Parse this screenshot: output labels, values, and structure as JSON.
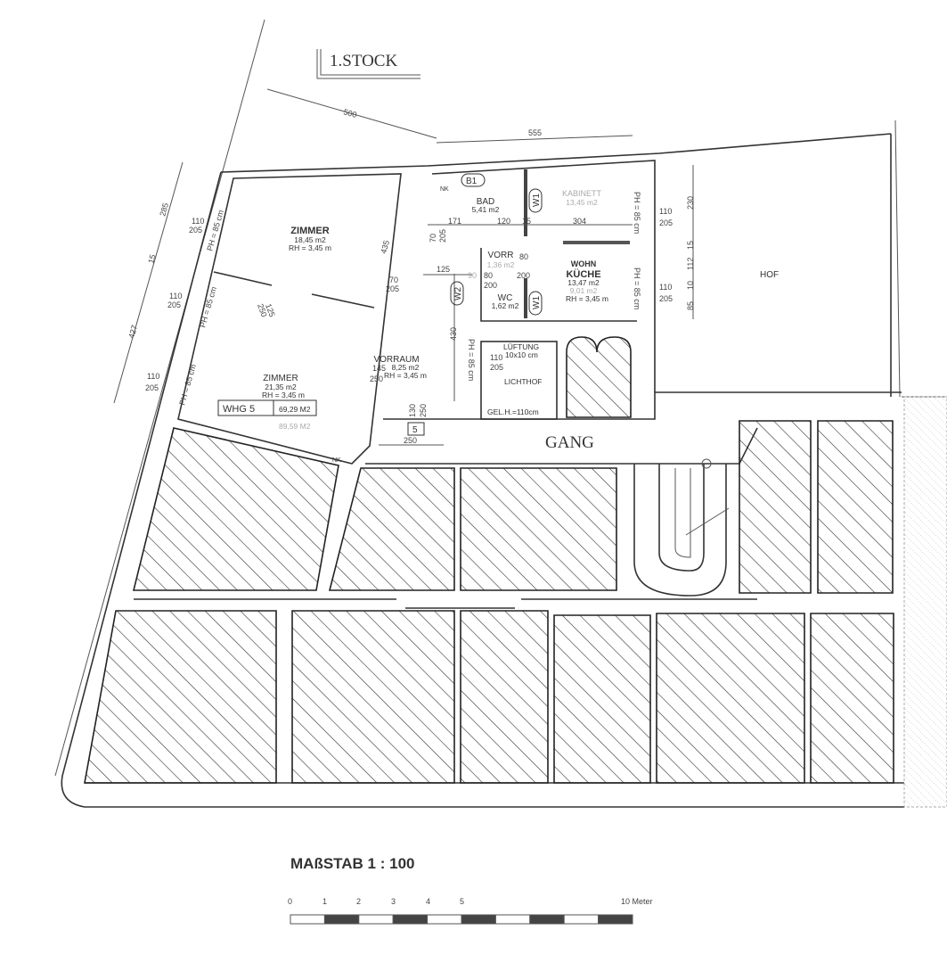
{
  "title": "1.STOCK",
  "dimensions": {
    "top_500": "500",
    "top_555": "555",
    "left_285": "285",
    "left_15": "15",
    "left_427": "427",
    "d435": "435",
    "d430": "430",
    "d125": "125",
    "d171": "171",
    "d120": "120",
    "d15": "15",
    "d304": "304",
    "hof_230": "230",
    "hof_15": "15",
    "hof_112": "112",
    "hof_10": "10",
    "hof_85": "85",
    "door_70": "70",
    "door_205": "205",
    "door_125": "125",
    "door_250": "250",
    "door_145": "145",
    "door_130": "130",
    "gang_250": "250",
    "window_110": "110",
    "window_205": "205",
    "ph": "PH = 85 cm",
    "vorr_80": "80",
    "vorr_200": "200",
    "vorr_90": "90"
  },
  "rooms": {
    "zimmer1": {
      "name": "ZIMMER",
      "area": "18,45 m2",
      "rh": "RH = 3,45 m"
    },
    "zimmer2": {
      "name": "ZIMMER",
      "area": "21,35 m2",
      "rh": "RH = 3,45 m"
    },
    "vorraum": {
      "name": "VORRAUM",
      "area": "8,25 m2",
      "rh": "RH = 3,45 m"
    },
    "bad": {
      "name": "BAD",
      "area": "5,41 m2"
    },
    "kabinett": {
      "name": "KABINETT",
      "area": "13,45 m2"
    },
    "vorr": {
      "name": "VORR",
      "area": "1,36 m2"
    },
    "wc": {
      "name": "WC",
      "area": "1,62 m2"
    },
    "kueche": {
      "handwritten": "WOHN",
      "name": "KÜCHE",
      "area": "13,47 m2",
      "old_area": "9,01 m2",
      "rh": "RH = 3,45 m"
    },
    "lichthof": {
      "vent": "LÜFTUNG",
      "vent_size": "10x10 cm",
      "name": "LICHTHOF",
      "railing": "GEL.H.=110cm"
    },
    "hof": {
      "name": "HOF"
    },
    "gang": {
      "name": "GANG"
    }
  },
  "tags": {
    "b1": "B1",
    "w1": "W1",
    "w2": "W2",
    "unit_no": "5",
    "nk": "NK"
  },
  "unit": {
    "label": "WHG 5",
    "area": "69,29 M2",
    "old_area": "89,59 M2"
  },
  "scale": {
    "title": "MAßSTAB 1 : 100",
    "ticks": [
      "0",
      "1",
      "2",
      "3",
      "4",
      "5"
    ],
    "end_label": "10 Meter"
  }
}
